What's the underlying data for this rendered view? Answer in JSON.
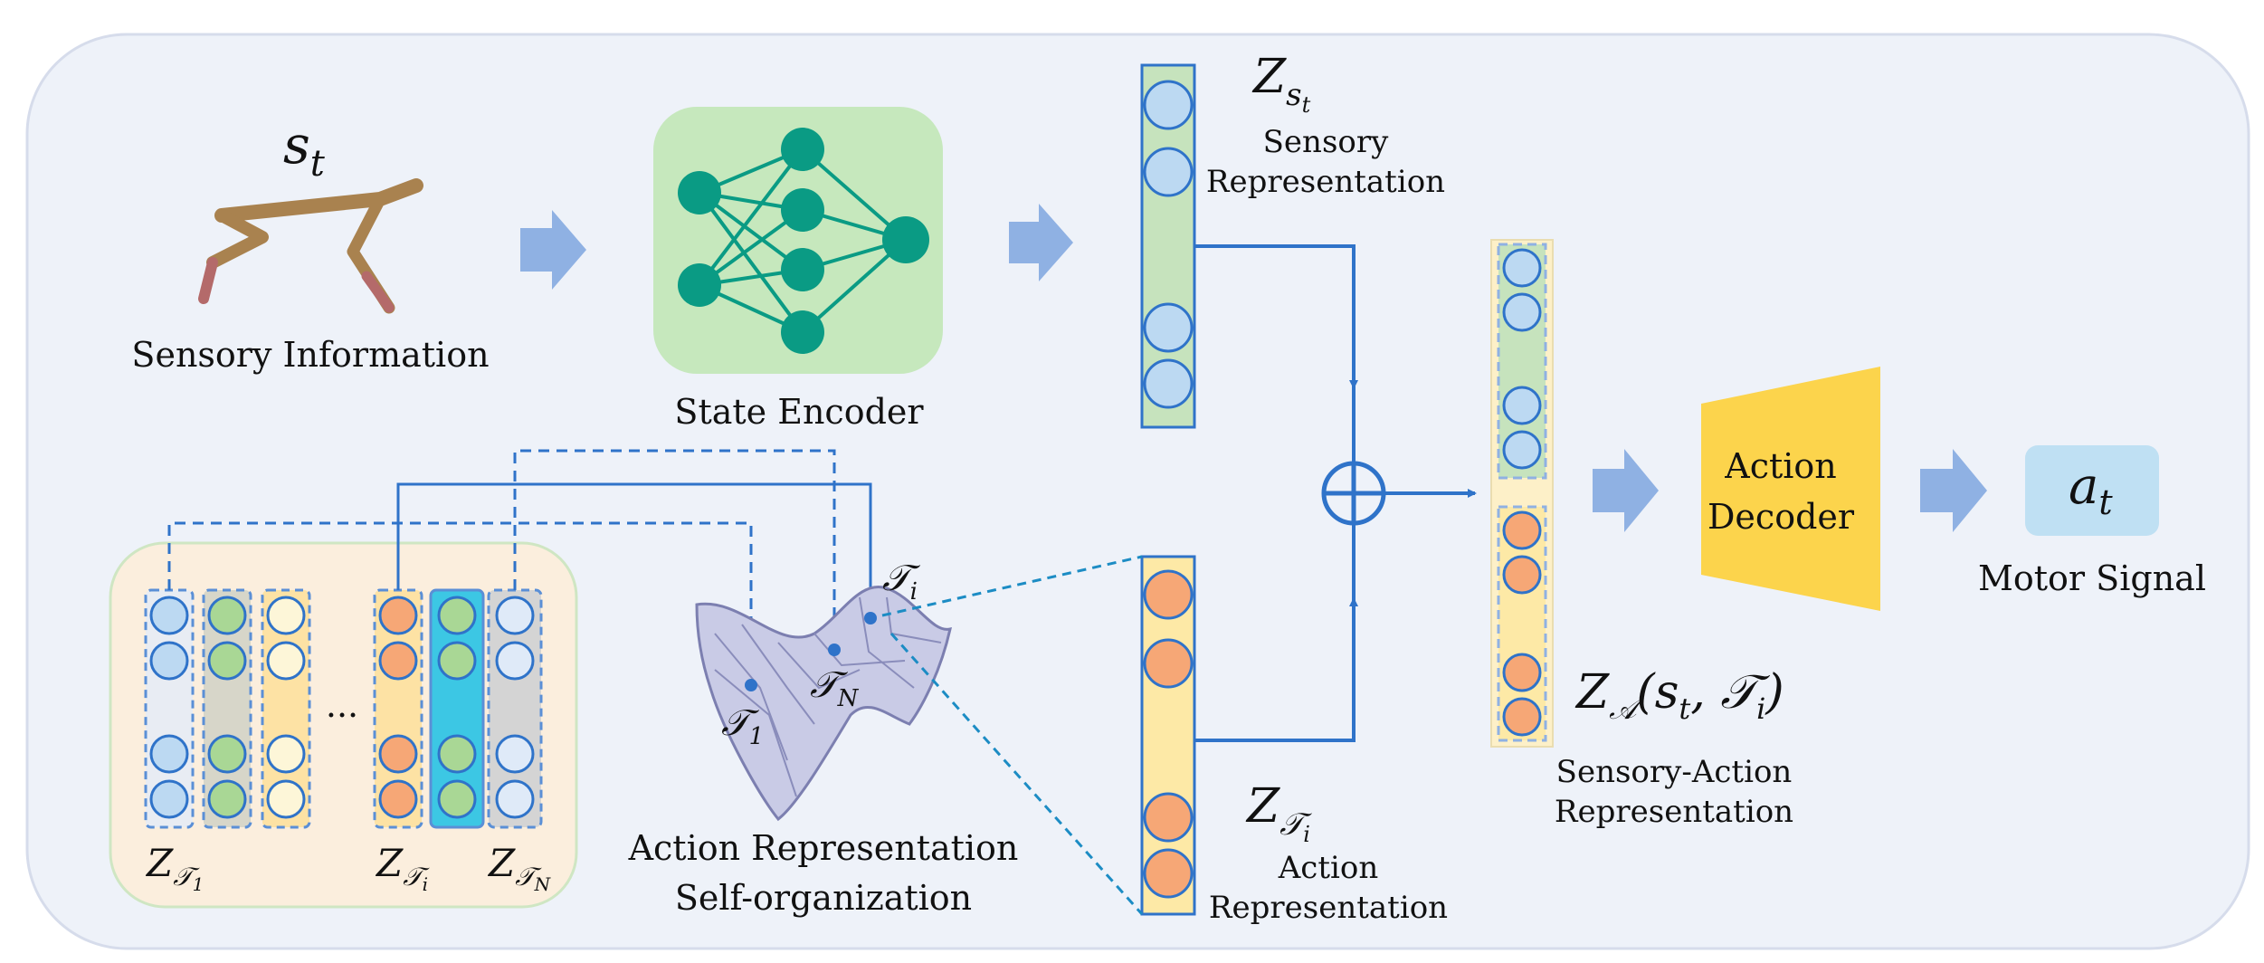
{
  "labels": {
    "s_t": "s",
    "s_t_sub": "t",
    "sensory_information": "Sensory Information",
    "state_encoder": "State Encoder",
    "z_st": "Z",
    "z_st_sub": "s",
    "z_st_subsub": "t",
    "sensory_rep_line1": "Sensory",
    "sensory_rep_line2": "Representation",
    "z_ti": "Z",
    "z_ti_sub": "𝒯",
    "z_ti_subsub": "i",
    "action_rep_line1": "Action",
    "action_rep_line2": "Representation",
    "z_a": "Z",
    "z_a_sub": "𝒜",
    "z_a_args": "(s",
    "z_a_args_t": "t",
    "z_a_args_mid": ", 𝒯",
    "z_a_args_i": "i",
    "z_a_args_end": ")",
    "sa_rep_line1": "Sensory-Action",
    "sa_rep_line2": "Representation",
    "action_decoder_line1": "Action",
    "action_decoder_line2": "Decoder",
    "a_t": "a",
    "a_t_sub": "t",
    "motor_signal": "Motor Signal",
    "ar_self_org_line1": "Action Representation",
    "ar_self_org_line2": "Self-organization",
    "bank_z_t1": "Z",
    "bank_z_t1_sub": "𝒯",
    "bank_z_t1_subsub": "1",
    "bank_z_ti": "Z",
    "bank_z_ti_sub": "𝒯",
    "bank_z_ti_subsub": "i",
    "bank_z_tn": "Z",
    "bank_z_tn_sub": "𝒯",
    "bank_z_tn_subsub": "N",
    "ellipsis": "...",
    "manifold_t1": "𝒯",
    "manifold_t1_sub": "1",
    "manifold_tn": "𝒯",
    "manifold_tn_sub": "N",
    "manifold_ti": "𝒯",
    "manifold_ti_sub": "i"
  },
  "colors": {
    "panel_bg": "#eef2f9",
    "panel_border": "#d6dceb",
    "arrow_fill": "#8fb1e3",
    "encoder_bg": "#c6e8bd",
    "encoder_node": "#0a9b84",
    "line_blue": "#2f73c9",
    "dash_blue": "#1c7fc0",
    "sensory_bar": "#c6e3bd",
    "sensory_circle": "#bcd9f2",
    "action_bar": "#fde9a6",
    "action_circle": "#f6a776",
    "decoder": "#fcd44c",
    "motor_box": "#bfe0f3",
    "bank_bg": "#fbeedd",
    "bank_border": "#cfe6c3",
    "teal_col": "#3cc7e4",
    "green_circle": "#a9d795",
    "pale_yellow_circle": "#fdf6d8",
    "light_blue_circle": "#dfeaf8"
  }
}
